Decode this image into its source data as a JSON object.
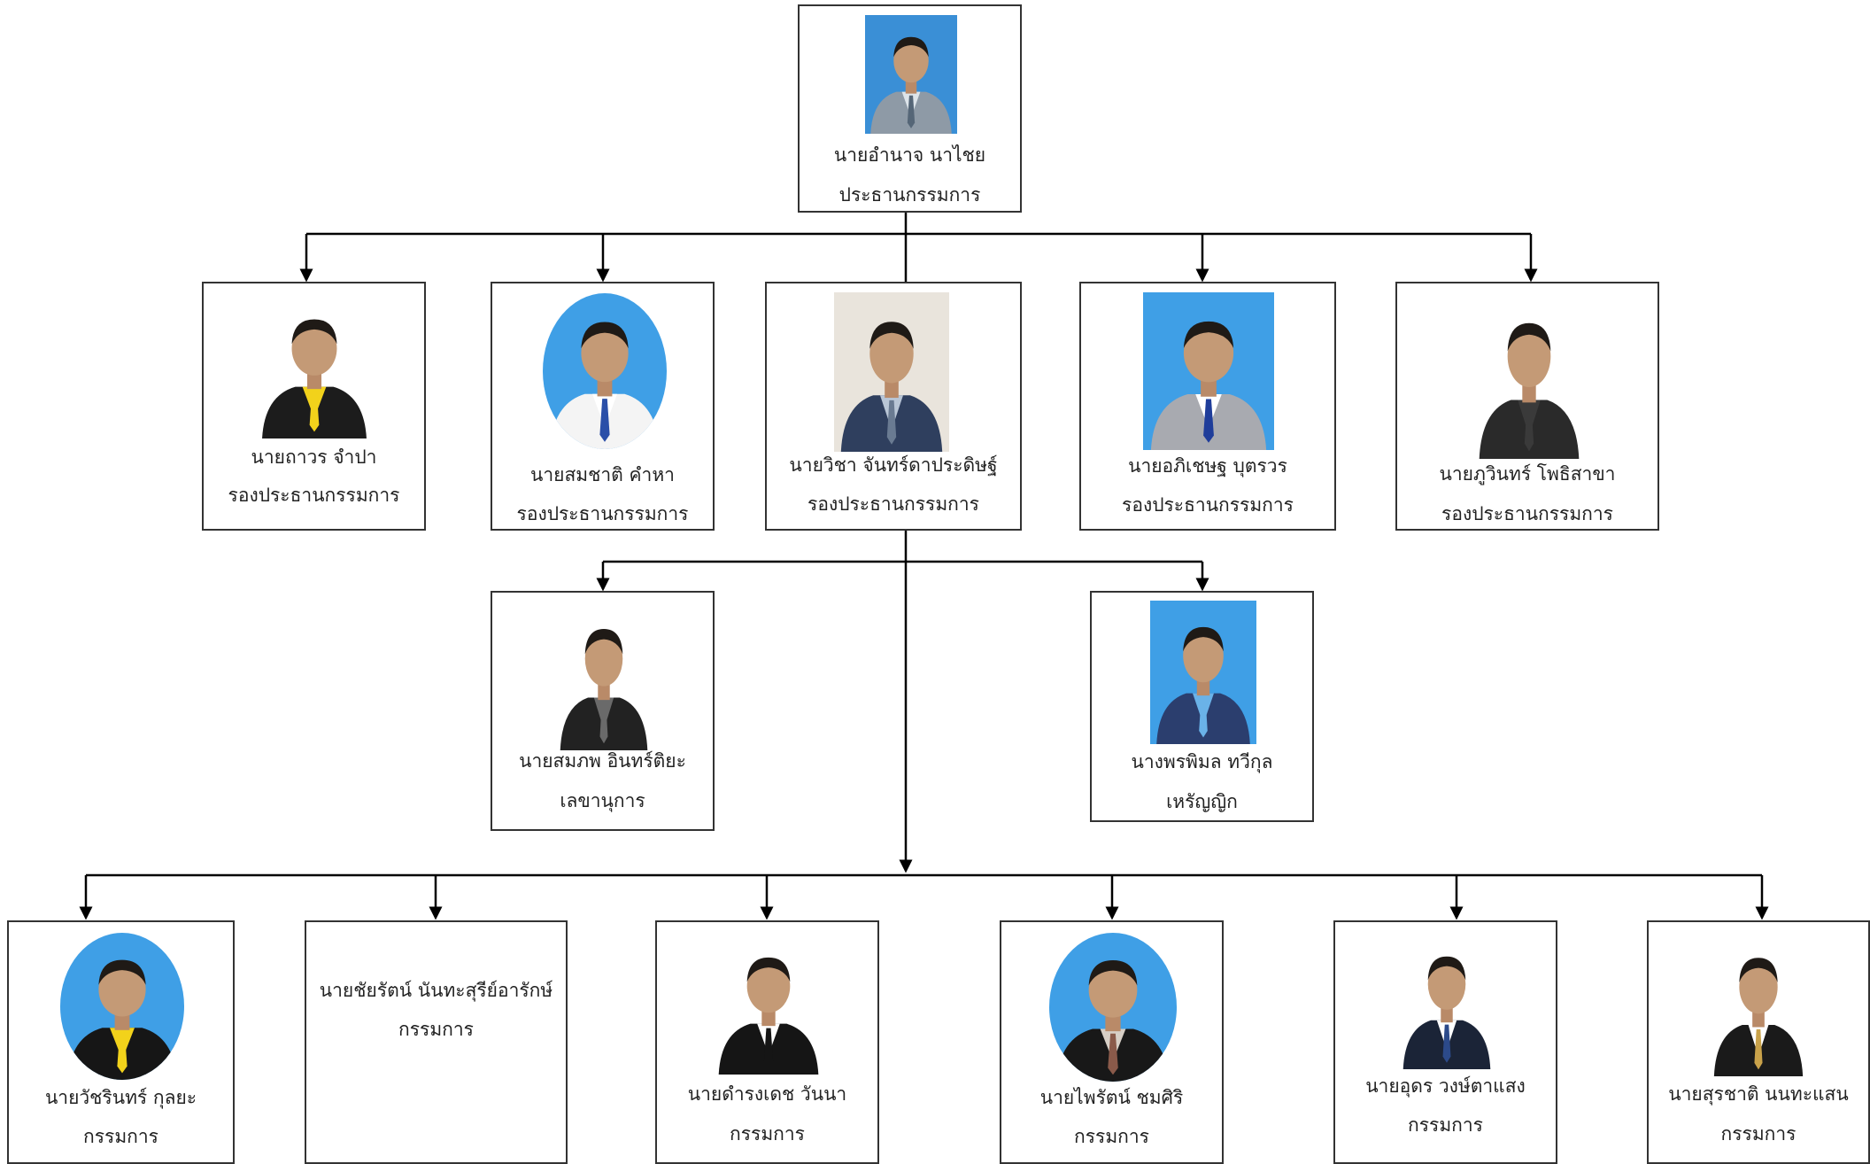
{
  "colors": {
    "line": "#000000",
    "border": "#333333",
    "blue_bg": "#3f9fe6"
  },
  "chart_data": {
    "type": "org-chart",
    "nodes": [
      {
        "id": "chairman",
        "name": "นายอำนาจ นาไชย",
        "role": "ประธานกรรมการ"
      },
      {
        "id": "vice1",
        "name": "นายถาวร จำปา",
        "role": "รองประธานกรรมการ",
        "parent": "chairman"
      },
      {
        "id": "vice2",
        "name": "นายสมชาติ คำหา",
        "role": "รองประธานกรรมการ",
        "parent": "chairman"
      },
      {
        "id": "vice3",
        "name": "นายวิชา จันทร์ดาประดิษฐ์",
        "role": "รองประธานกรรมการ",
        "parent": "chairman"
      },
      {
        "id": "vice4",
        "name": "นายอภิเชษฐ บุตรวร",
        "role": "รองประธานกรรมการ",
        "parent": "chairman"
      },
      {
        "id": "vice5",
        "name": "นายภูวินทร์ โพธิสาขา",
        "role": "รองประธานกรรมการ",
        "parent": "chairman"
      },
      {
        "id": "secretary",
        "name": "นายสมภพ อินทร์ติยะ",
        "role": "เลขานุการ",
        "parent": "vice3"
      },
      {
        "id": "treasurer",
        "name": "นางพรพิมล ทวีกุล",
        "role": "เหรัญญิก",
        "parent": "vice3"
      },
      {
        "id": "m1",
        "name": "นายวัชรินทร์ กุลยะ",
        "role": "กรรมการ",
        "parent": "vice3"
      },
      {
        "id": "m2",
        "name": "นายชัยรัตน์ นันทะสุรีย์อารักษ์",
        "role": "กรรมการ",
        "parent": "vice3"
      },
      {
        "id": "m3",
        "name": "นายดำรงเดช วันนา",
        "role": "กรรมการ",
        "parent": "vice3"
      },
      {
        "id": "m4",
        "name": "นายไพรัตน์ ชมศิริ",
        "role": "กรรมการ",
        "parent": "vice3"
      },
      {
        "id": "m5",
        "name": "นายอุดร วงษ์ตาแสง",
        "role": "กรรมการ",
        "parent": "vice3"
      },
      {
        "id": "m6",
        "name": "นายสุรชาติ นนทะแสน",
        "role": "กรรมการ",
        "parent": "vice3"
      }
    ]
  },
  "photos": {
    "chairman": {
      "icon": "person-photo-icon",
      "bg": "#3a8fd6",
      "suit": "#8e9aa6",
      "shirt": "#dde4ea",
      "tie": "#556677"
    },
    "vice1": {
      "icon": "person-photo-icon",
      "bg": "#ffffff",
      "suit": "#1c1c1c",
      "shirt": "#f2d21b",
      "tie": "#f2d21b"
    },
    "vice2": {
      "icon": "person-photo-icon",
      "bg": "#3f9fe6",
      "suit": "#f4f4f4",
      "shirt": "#ffffff",
      "tie": "#2a4fa8"
    },
    "vice3": {
      "icon": "person-photo-icon",
      "bg": "#e9e4dc",
      "suit": "#2f3f5e",
      "shirt": "#b9c6d6",
      "tie": "#6a7b92"
    },
    "vice4": {
      "icon": "person-photo-icon",
      "bg": "#3f9fe6",
      "suit": "#a8aab0",
      "shirt": "#ffffff",
      "tie": "#1f3d9a"
    },
    "vice5": {
      "icon": "person-photo-icon",
      "bg": "#ffffff",
      "suit": "#2a2a2a",
      "shirt": "#3a3a3a",
      "tie": "#3a3a3a"
    },
    "secretary": {
      "icon": "person-photo-icon",
      "bg": "#ffffff",
      "suit": "#222222",
      "shirt": "#6a6a6a",
      "tie": "#6a6a6a"
    },
    "treasurer": {
      "icon": "person-photo-icon",
      "bg": "#3f9fe6",
      "suit": "#2b3e6e",
      "shirt": "#6ab2e8",
      "tie": "#6ab2e8"
    },
    "m1": {
      "icon": "person-photo-icon",
      "bg": "#3f9fe6",
      "suit": "#161616",
      "shirt": "#f2d21b",
      "tie": "#f2d21b"
    },
    "m3": {
      "icon": "person-photo-icon",
      "bg": "#ffffff",
      "suit": "#151515",
      "shirt": "#ffffff",
      "tie": "#151515"
    },
    "m4": {
      "icon": "person-photo-icon",
      "bg": "#3f9fe6",
      "suit": "#181818",
      "shirt": "#d7cfc6",
      "tie": "#8a5a4a"
    },
    "m5": {
      "icon": "person-photo-icon",
      "bg": "#ffffff",
      "suit": "#1b2437",
      "shirt": "#ffffff",
      "tie": "#2c4a8a"
    },
    "m6": {
      "icon": "person-photo-icon",
      "bg": "#ffffff",
      "suit": "#1a1a1a",
      "shirt": "#ffffff",
      "tie": "#c9a24a"
    }
  }
}
